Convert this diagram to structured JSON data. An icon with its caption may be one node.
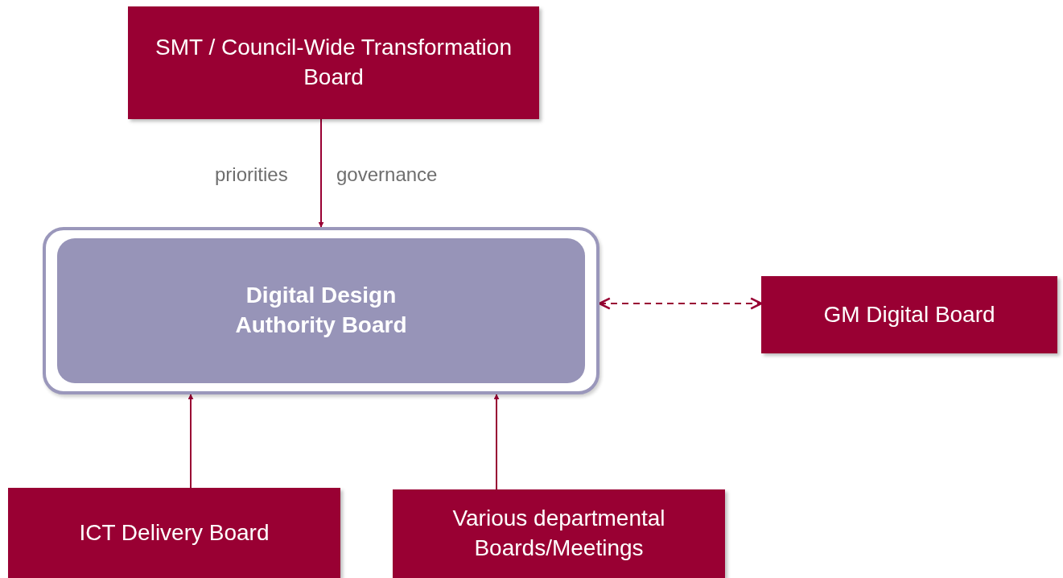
{
  "diagram": {
    "nodes": [
      {
        "text": [
          "SMT / Council-Wide Transformation Board"
        ]
      },
      {
        "text": [
          "Digital Design Authority Board"
        ]
      },
      {
        "text": [
          "GM Digital Board"
        ]
      },
      {
        "text": [
          "ICT Delivery Board"
        ]
      },
      {
        "text": [
          "Various departmental Boards/Meetings"
        ]
      }
    ],
    "edges": [
      {
        "from": 0,
        "to": 1,
        "arrow": "to"
      },
      {
        "from": 1,
        "to": 2,
        "arrow": "both",
        "style": "dashed"
      },
      {
        "from": 3,
        "to": 1,
        "arrow": "to"
      },
      {
        "from": 4,
        "to": 1,
        "arrow": "to"
      }
    ],
    "labels": [
      "priorities",
      "governance"
    ]
  }
}
